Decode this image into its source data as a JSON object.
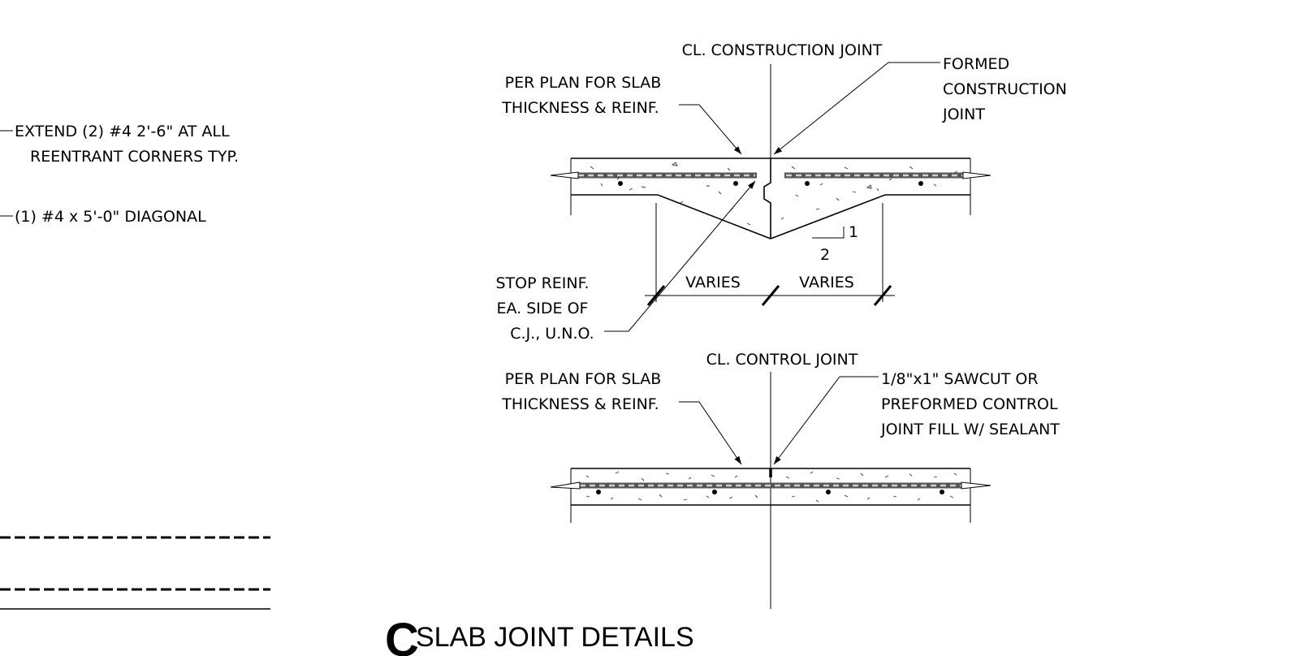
{
  "left_notes": {
    "extend_line1": "EXTEND (2) #4 2'-6\" AT ALL",
    "extend_line2": "REENTRANT CORNERS TYP.",
    "diagonal": "(1) #4 x 5'-0\" DIAGONAL"
  },
  "construction_joint": {
    "centerline_label": "CL. CONSTRUCTION JOINT",
    "slab_note_line1": "PER PLAN FOR SLAB",
    "slab_note_line2": "THICKNESS & REINF.",
    "formed_line1": "FORMED",
    "formed_line2": "CONSTRUCTION",
    "formed_line3": "JOINT",
    "slope_rise": "1",
    "slope_run": "2",
    "dim_left": "VARIES",
    "dim_right": "VARIES",
    "stop_line1": "STOP REINF.",
    "stop_line2": "EA. SIDE OF",
    "stop_line3": "C.J., U.N.O."
  },
  "control_joint": {
    "centerline_label": "CL. CONTROL JOINT",
    "slab_note_line1": "PER PLAN FOR SLAB",
    "slab_note_line2": "THICKNESS & REINF.",
    "sawcut_line1": "1/8\"x1\" SAWCUT OR",
    "sawcut_line2": "PREFORMED CONTROL",
    "sawcut_line3": "JOINT FILL W/ SEALANT"
  },
  "detail": {
    "mark": "C",
    "title": "SLAB JOINT DETAILS"
  }
}
